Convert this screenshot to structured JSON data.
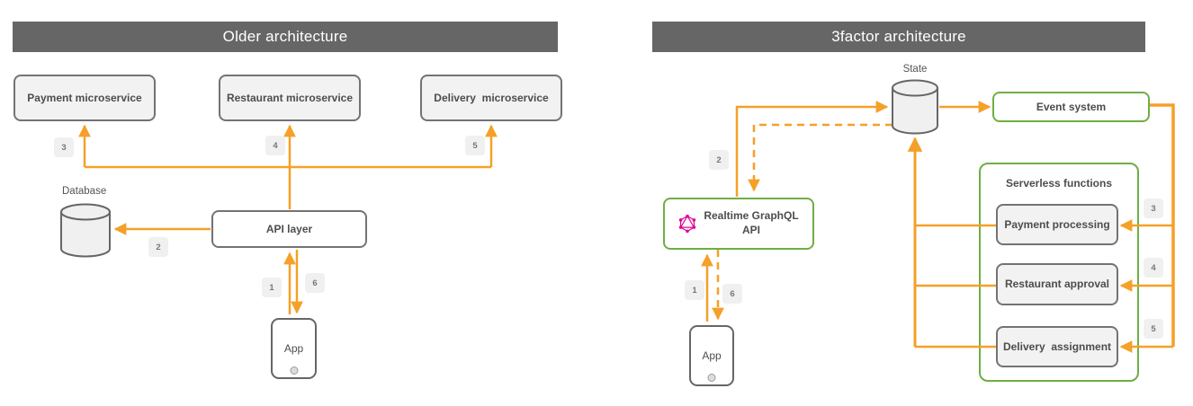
{
  "colors": {
    "accent_orange": "#F5A028",
    "accent_green": "#6FAE44",
    "titlebar_gray": "#666666",
    "box_border_gray": "#737373",
    "box_fill_gray": "#F2F2F2",
    "label_text": "#4D4D4D",
    "graphql_pink": "#E10098"
  },
  "left_diagram": {
    "title": "Older architecture",
    "nodes": {
      "payment": "Payment microservice",
      "restaurant": "Restaurant microservice",
      "delivery": "Delivery  microservice",
      "database": "Database",
      "api": "API layer",
      "app": "App"
    },
    "steps": {
      "s1": "1",
      "s2": "2",
      "s3": "3",
      "s4": "4",
      "s5": "5",
      "s6": "6"
    }
  },
  "right_diagram": {
    "title": "3factor architecture",
    "nodes": {
      "state": "State",
      "event_system": "Event system",
      "serverless_group": "Serverless functions",
      "payment": "Payment processing",
      "restaurant": "Restaurant approval",
      "delivery": "Delivery  assignment",
      "api_line1": "Realtime GraphQL",
      "api_line2": "API",
      "app": "App"
    },
    "steps": {
      "s1": "1",
      "s2": "2",
      "s3": "3",
      "s4": "4",
      "s5": "5",
      "s6": "6"
    }
  }
}
